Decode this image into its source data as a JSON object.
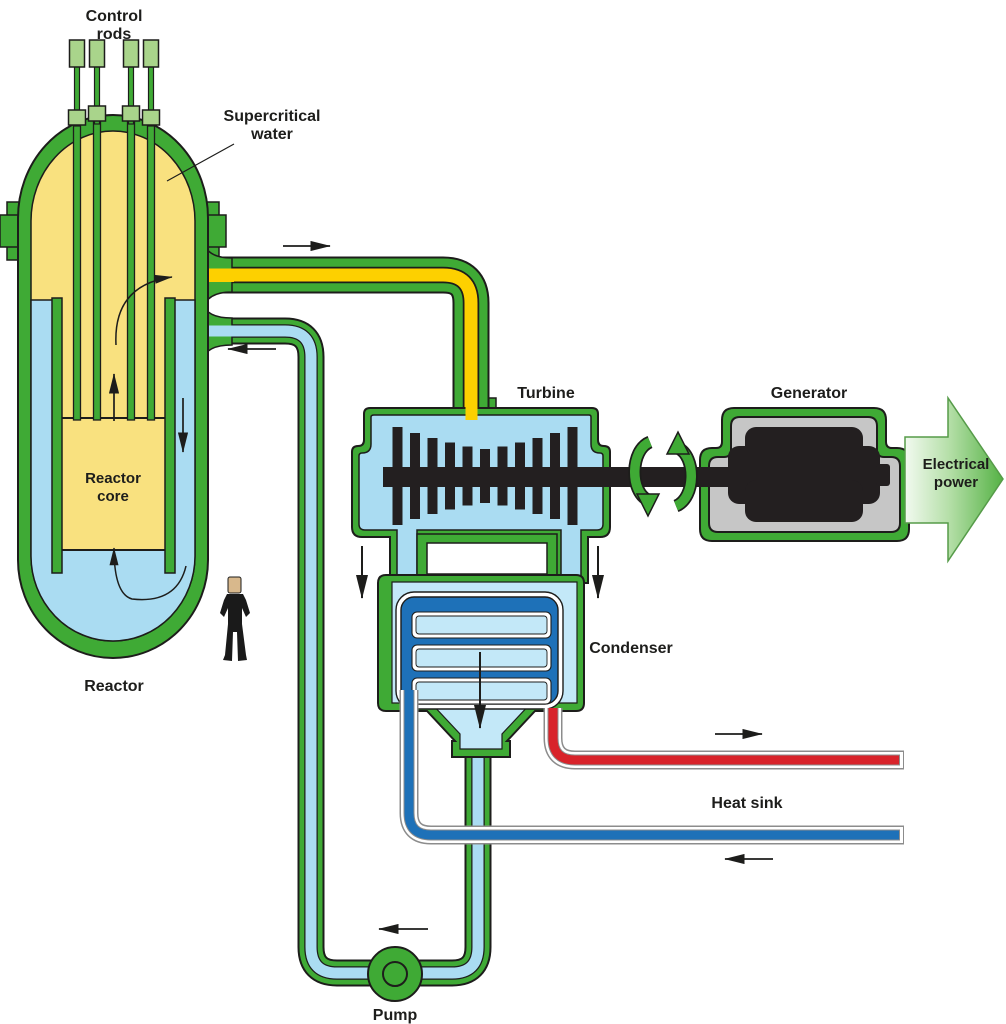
{
  "title": "Supercritical water reactor diagram",
  "labels": {
    "control_rods": [
      "Control",
      "rods"
    ],
    "supercritical_water": [
      "Supercritical",
      "water"
    ],
    "turbine": "Turbine",
    "generator": "Generator",
    "electrical_power": [
      "Electrical",
      "power"
    ],
    "reactor": "Reactor",
    "reactor_core": [
      "Reactor",
      "core"
    ],
    "condenser": "Condenser",
    "heat_sink": "Heat sink",
    "pump": "Pump"
  },
  "colors": {
    "pipe_green": "#3faa35",
    "light_green": "#a9d48b",
    "vessel_yellow": "#f9e17f",
    "hot_pipe_yellow": "#fdd000",
    "water_light_blue": "#aadcf2",
    "condenser_pale_blue": "#c3e8f8",
    "cold_water_dark_blue": "#1e71b8",
    "hot_water_red": "#d8232a",
    "generator_gray": "#c6c6c6",
    "machine_black": "#231f20",
    "outline_dark": "#1d1d1b",
    "text": "#1d1d1b"
  }
}
